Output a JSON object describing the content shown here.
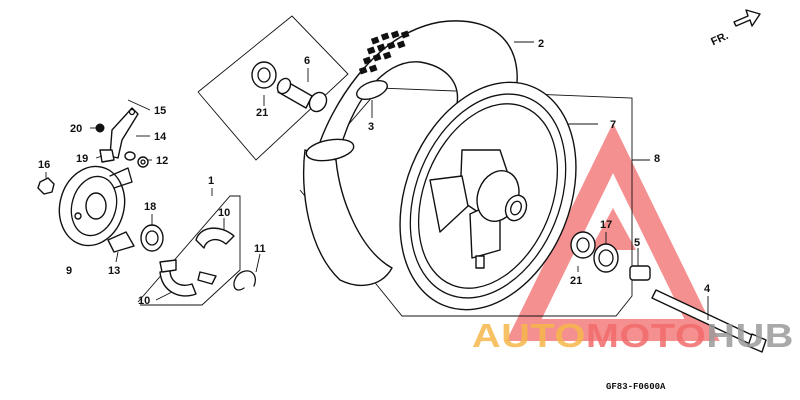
{
  "direction_label": "FR.",
  "diagram_code": "GF83-F0600A",
  "watermark": {
    "part1": "AUTO",
    "part2": "MOTO",
    "part3": "HUB",
    "color_orange": "#f5b74a",
    "color_red": "#f26b6b",
    "color_gray": "#9a9a9a"
  },
  "callouts": {
    "c1": "1",
    "c2": "2",
    "c3": "3",
    "c4": "4",
    "c5": "5",
    "c6": "6",
    "c7": "7",
    "c8": "8",
    "c9": "9",
    "c10a": "10",
    "c10b": "10",
    "c11": "11",
    "c12": "12",
    "c13": "13",
    "c14": "14",
    "c15": "15",
    "c16": "16",
    "c17": "17",
    "c18": "18",
    "c19": "19",
    "c20": "20",
    "c21a": "21",
    "c21b": "21"
  }
}
